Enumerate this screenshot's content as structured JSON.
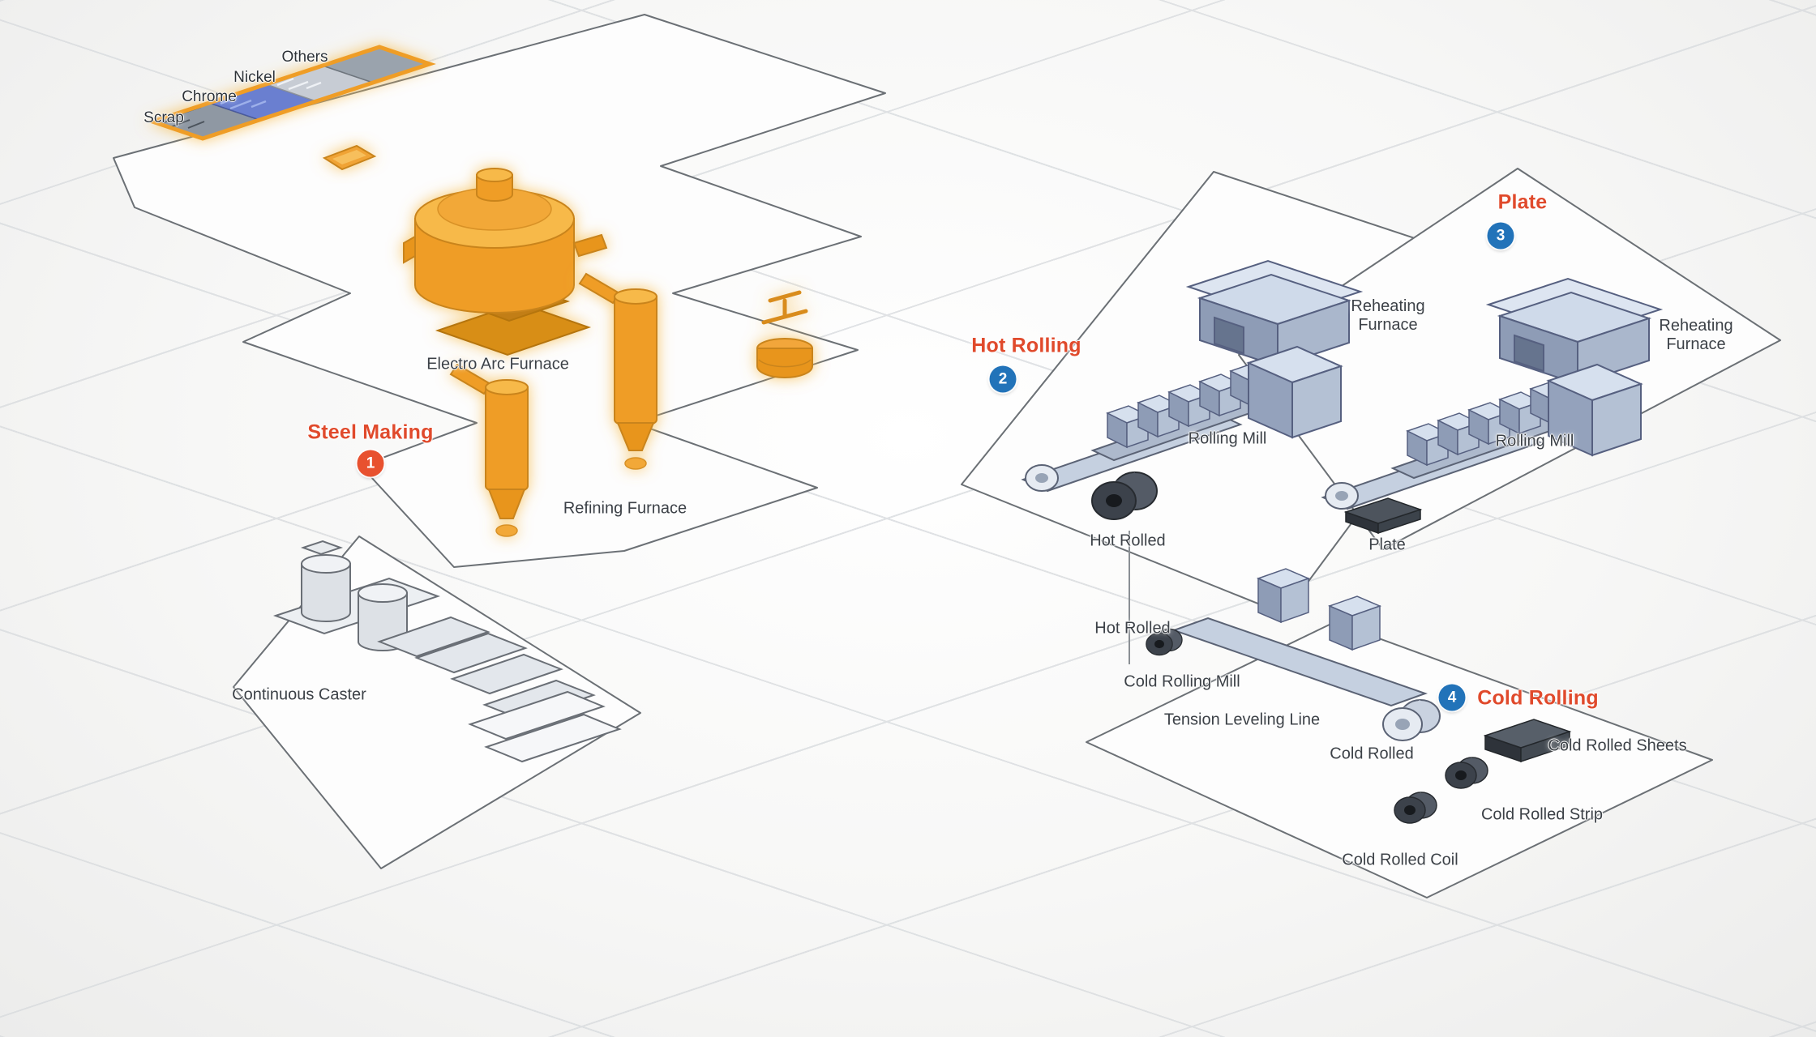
{
  "sections": {
    "steel_making": {
      "label": "Steel Making",
      "badge": "1"
    },
    "hot_rolling": {
      "label": "Hot Rolling",
      "badge": "2"
    },
    "plate": {
      "label": "Plate",
      "badge": "3"
    },
    "cold_rolling": {
      "label": "Cold Rolling",
      "badge": "4"
    }
  },
  "materials": {
    "scrap": "Scrap",
    "chrome": "Chrome",
    "nickel": "Nickel",
    "others": "Others"
  },
  "labels": {
    "electro_arc_furnace": "Electro Arc Furnace",
    "refining_furnace": "Refining Furnace",
    "continuous_caster": "Continuous Caster",
    "reheating_furnace_1": "Reheating Furnace",
    "rolling_mill_1": "Rolling Mill",
    "hot_rolled_1": "Hot Rolled",
    "reheating_furnace_2": "Reheating Furnace",
    "rolling_mill_2": "Rolling Mill",
    "plate_product": "Plate",
    "hot_rolled_2": "Hot Rolled",
    "cold_rolling_mill": "Cold Rolling Mill",
    "tension_leveling_line": "Tension Leveling Line",
    "cold_rolled": "Cold Rolled",
    "cold_rolled_sheets": "Cold Rolled Sheets",
    "cold_rolled_strip": "Cold Rolled Strip",
    "cold_rolled_coil": "Cold Rolled Coil"
  },
  "colors": {
    "furnace_orange": "#ef9d28",
    "glow_yellow": "#f6bf54",
    "steel_blue_light": "#d6e0ee",
    "steel_blue_dark": "#8e9cb6",
    "dark_steel": "#3c424b",
    "section_red": "#e04a2c",
    "badge_blue": "#2273b9",
    "badge_red": "#e8512f",
    "platform_stroke": "#6b7075"
  }
}
